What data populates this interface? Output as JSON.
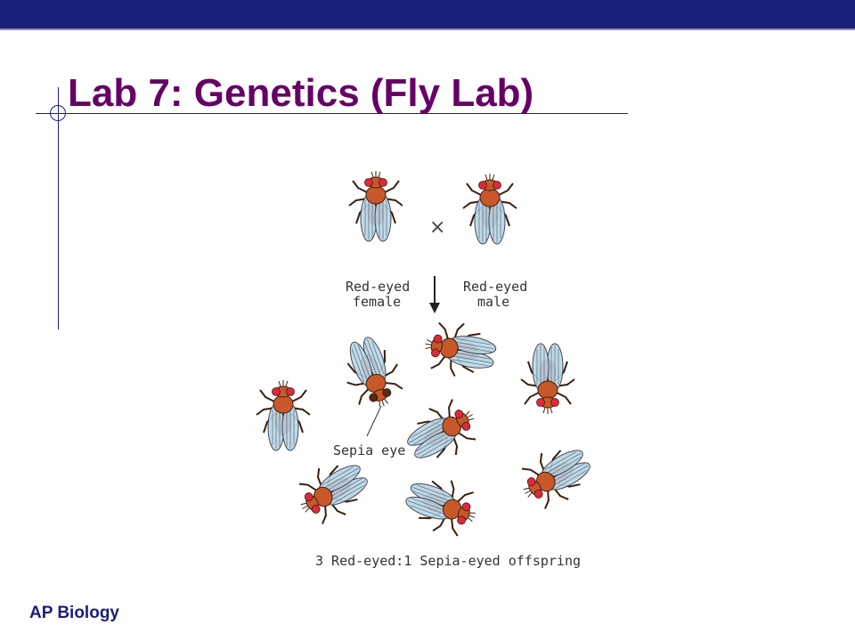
{
  "slide": {
    "title": "Lab 7: Genetics (Fly Lab)",
    "footer": "AP Biology"
  },
  "figure": {
    "cross_symbol": "×",
    "parent_female_label_line1": "Red-eyed",
    "parent_female_label_line2": "female",
    "parent_male_label_line1": "Red-eyed",
    "parent_male_label_line2": "male",
    "sepia_label": "Sepia eye",
    "caption": "3 Red-eyed:1 Sepia-eyed offspring"
  },
  "colors": {
    "header_bar": "#1a1f7a",
    "title": "#660066",
    "fly_body": "#c8582a",
    "fly_wing": "#b8d6e6",
    "red_eye": "#e0283a",
    "sepia_eye": "#5a2a14"
  },
  "icons": [
    "fruit-fly-icon",
    "arrow-down-icon"
  ]
}
